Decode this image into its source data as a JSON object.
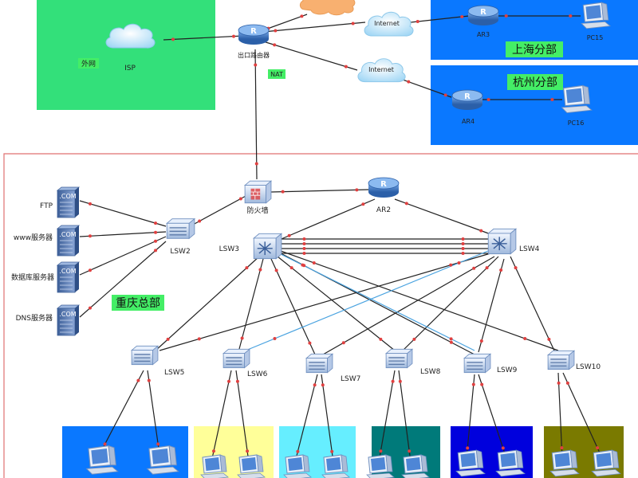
{
  "colors": {
    "isp_zone": "#33e07a",
    "branch_zone": "#0a78ff",
    "hq_border": "#e07070",
    "link": "#222222",
    "link_blue": "#4aa3e0",
    "port_dot": "#e04040",
    "cloud_fill": "#bfe8ff",
    "orange_cloud": "#f8b070",
    "router_fill": "#3a78c8",
    "switch_fill": "#cfe0f5",
    "label_highlight": "#44ee66",
    "pc_fill": "#cfd8e6",
    "server_fill": "#5a7fb8",
    "zone_colors": [
      "#0a78ff",
      "#ffff99",
      "#66eeff",
      "#007a7a",
      "#0000dd",
      "#7a7a00"
    ]
  },
  "zones": {
    "isp_title": "外网",
    "shanghai_title": "上海分部",
    "hangzhou_title": "杭州分部",
    "hq_title": "重庆总部"
  },
  "devices": {
    "isp": "ISP",
    "exit_router": "出口路由器",
    "nat": "NAT",
    "internet1": "Internet",
    "internet2": "Internet",
    "ar3": "AR3",
    "ar4": "AR4",
    "pc15": "PC15",
    "pc16": "PC16",
    "firewall": "防火墙",
    "ar2": "AR2",
    "lsw2": "LSW2",
    "lsw3": "LSW3",
    "lsw4": "LSW4",
    "lsw5": "LSW5",
    "lsw6": "LSW6",
    "lsw7": "LSW7",
    "lsw8": "LSW8",
    "lsw9": "LSW9",
    "lsw10": "LSW10"
  },
  "servers": {
    "ftp": "FTP",
    "www": "www服务器",
    "db": "数据库服务器",
    "dns": "DNS服务器",
    "badge": ".COM"
  }
}
